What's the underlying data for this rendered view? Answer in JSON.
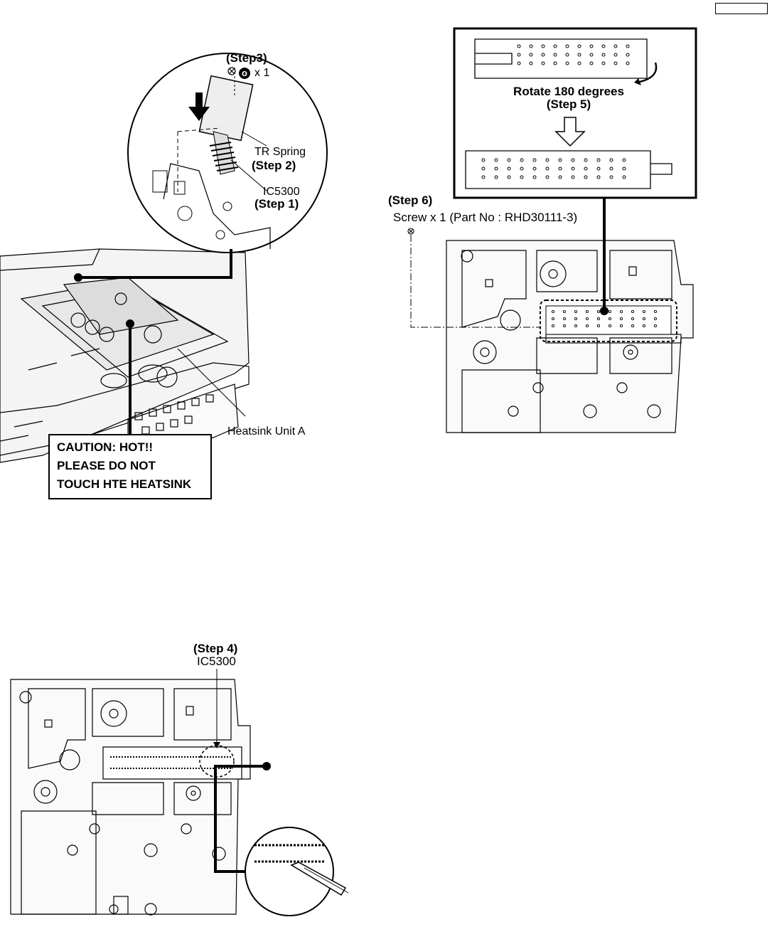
{
  "page_tab": "",
  "diagram1": {
    "step3": "(Step3)",
    "screw_count": "x 1",
    "screw_badge": "o",
    "tr_spring": "TR Spring",
    "step2": "(Step 2)",
    "ic_name": "IC5300",
    "step1": "(Step 1)",
    "heatsink": "Heatsink Unit A",
    "caution_lines": [
      "CAUTION: HOT!!",
      "PLEASE DO NOT",
      "TOUCH HTE HEATSINK"
    ]
  },
  "diagram2": {
    "rotate": "Rotate 180 degrees",
    "step5": "(Step 5)",
    "step6": "(Step 6)",
    "screw": "Screw x 1 (Part No : RHD30111-3)"
  },
  "diagram3": {
    "step4": "(Step 4)",
    "ic_name": "IC5300"
  },
  "colors": {
    "line": "#000000",
    "paper": "#ffffff",
    "part": "#222222"
  }
}
